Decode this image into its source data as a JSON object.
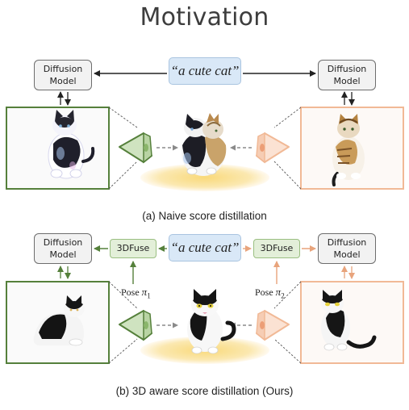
{
  "title": "Motivation",
  "prompt_text": "“a cute cat”",
  "diffusion_model_label": [
    "Diffusion",
    "Model"
  ],
  "fuse_label": "3DFuse",
  "pose_prefix": "Pose",
  "pose_symbol": "π",
  "pose_left_index": "1",
  "pose_right_index": "2",
  "caption_a": "(a) Naive score distillation",
  "caption_b": "(b) 3D aware score distillation (Ours)",
  "colors": {
    "green": "#55803b",
    "peach": "#f1b996",
    "prompt_fill": "#d9e8f7",
    "fuse_fill": "#e3efd9",
    "ground": "#fbe6a6"
  }
}
